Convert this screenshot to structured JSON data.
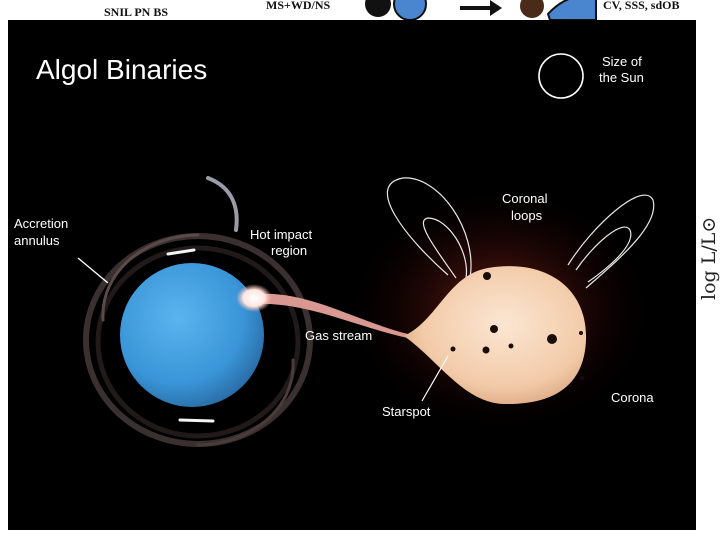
{
  "header_strip": {
    "left_fragment": "SNIL    PN    BS",
    "middle_fragment": "MS+WD/NS",
    "right_fragment": "CV, SSS, sdOB"
  },
  "diagram": {
    "title": "Algol Binaries",
    "sun_size_label_line1": "Size of",
    "sun_size_label_line2": "the Sun",
    "labels": {
      "accretion_line1": "Accretion",
      "accretion_line2": "annulus",
      "hot_impact_line1": "Hot impact",
      "hot_impact_line2": "region",
      "coronal_line1": "Coronal",
      "coronal_line2": "loops",
      "gas_stream": "Gas stream",
      "starspot": "Starspot",
      "corona": "Corona"
    },
    "colors": {
      "background": "#000000",
      "accretor_star": "#3a95d8",
      "donor_star": "#f5d2b5",
      "gas_stream": "#e0a4a0",
      "starspot": "#1a0d08",
      "corona_glow": "#6a1c14"
    }
  },
  "side_axis": {
    "label": "log L/L⊙"
  }
}
